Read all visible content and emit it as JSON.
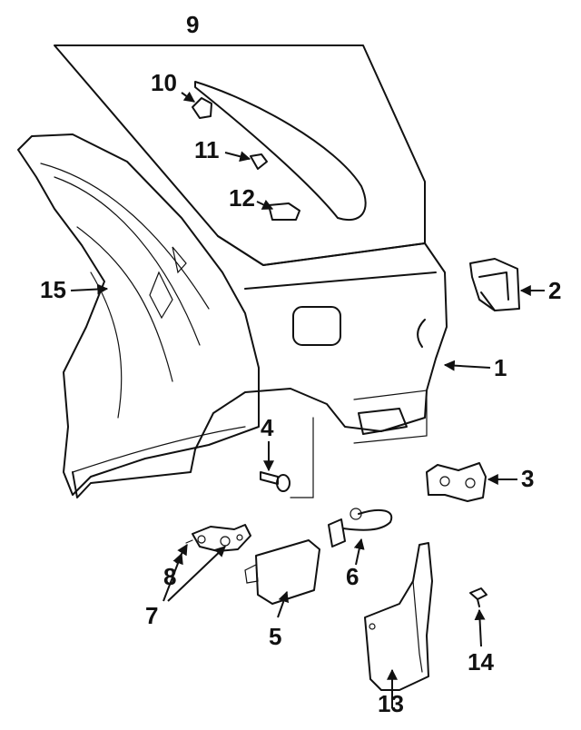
{
  "diagram": {
    "line_color": "#111111",
    "background": "#ffffff",
    "callouts": [
      "1",
      "2",
      "3",
      "4",
      "5",
      "6",
      "7",
      "8",
      "9",
      "10",
      "11",
      "12",
      "13",
      "14",
      "15"
    ]
  }
}
